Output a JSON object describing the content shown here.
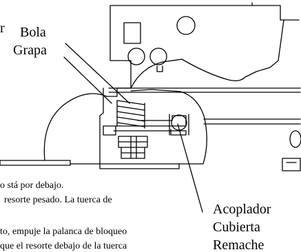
{
  "labels": {
    "cut_left": "r",
    "bola": "Bola",
    "grapa": "Grapa",
    "acoplador": "Acoplador",
    "cubierta": "Cubierta",
    "remache": "Remache"
  },
  "body_text": [
    "o stá por debajo.",
    "resorte pesado.  La tuerca de",
    "to, empuje la palanca de bloqueo",
    "que el resorte debajo de la tuerca"
  ]
}
